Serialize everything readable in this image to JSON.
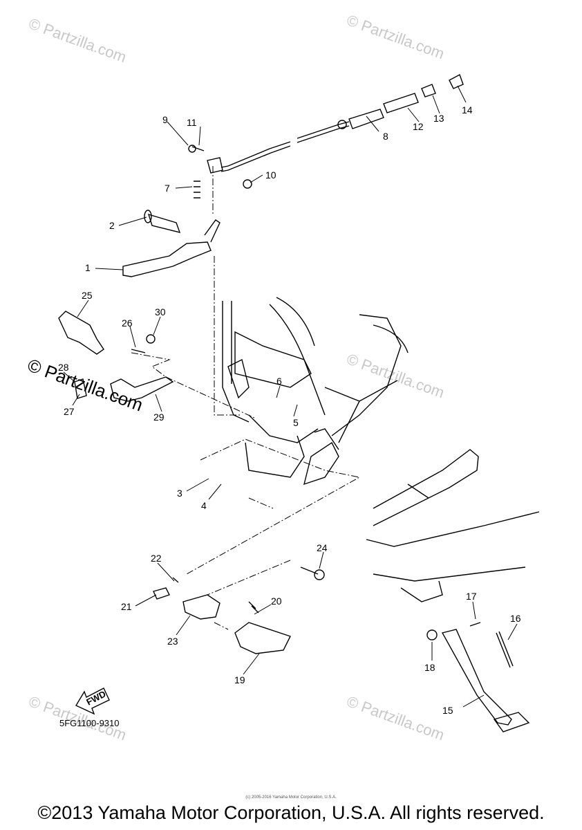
{
  "watermarks": {
    "text": "© Partzilla.com"
  },
  "diagram_code": "5FG1100-9310",
  "fwd_label": "FWD",
  "copyright": "©2013 Yamaha Motor Corporation, U.S.A. All rights reserved.",
  "small_copyright": "(c) 2005-2016 Yamaha Motor Corporation, U.S.A.",
  "callouts": [
    "1",
    "2",
    "3",
    "4",
    "5",
    "6",
    "7",
    "8",
    "9",
    "10",
    "11",
    "12",
    "13",
    "14",
    "15",
    "16",
    "17",
    "18",
    "19",
    "20",
    "21",
    "22",
    "23",
    "24",
    "25",
    "26",
    "27",
    "28",
    "29",
    "30"
  ]
}
